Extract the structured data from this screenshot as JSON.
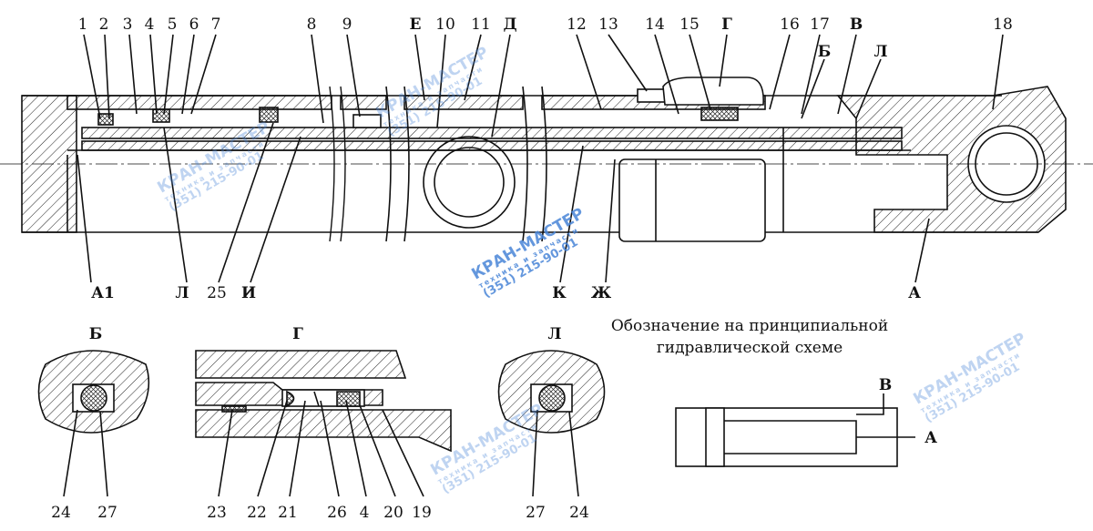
{
  "main_view": {
    "top_labels": [
      "1",
      "2",
      "3",
      "4",
      "5",
      "6",
      "7",
      "8",
      "9",
      "Е",
      "10",
      "11",
      "Д",
      "12",
      "13",
      "14",
      "15",
      "Г",
      "16",
      "17",
      "Б",
      "В",
      "Л",
      "18"
    ],
    "bottom_labels": [
      "А1",
      "Л",
      "25",
      "И",
      "К",
      "Ж",
      "А"
    ]
  },
  "details": {
    "b": {
      "title": "Б",
      "labels": [
        "24",
        "27"
      ]
    },
    "g": {
      "title": "Г",
      "labels": [
        "23",
        "22",
        "21",
        "26",
        "4",
        "20",
        "19"
      ]
    },
    "l": {
      "title": "Л",
      "labels": [
        "27",
        "24"
      ]
    }
  },
  "schematic": {
    "caption_line1": "Обозначение на принципиальной",
    "caption_line2": "гидравлической схеме",
    "port_b": "В",
    "port_a": "А"
  },
  "watermark": {
    "brand": "КРАН-МАСТЕР",
    "tagline": "техника и запчасти",
    "phone": "(351) 215-90-01"
  }
}
